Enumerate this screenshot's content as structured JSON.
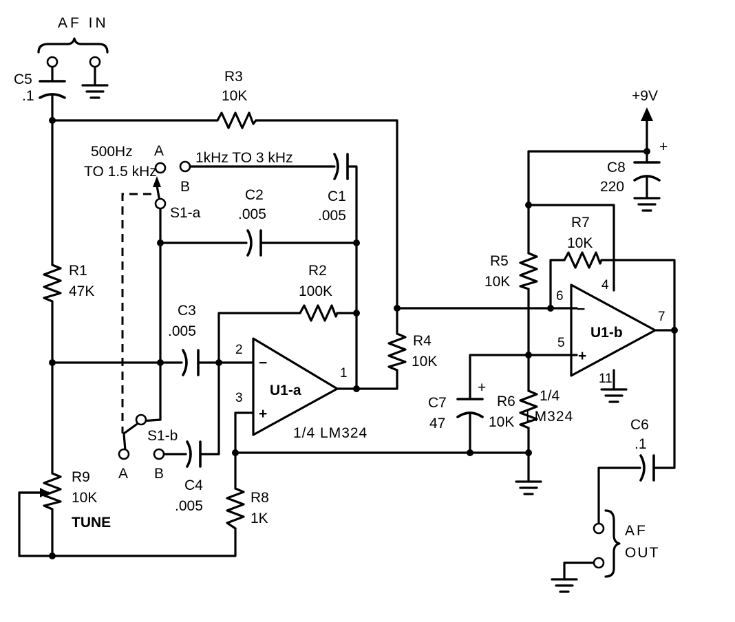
{
  "input": {
    "title": "AF IN"
  },
  "output": {
    "title_line1": "AF",
    "title_line2": "OUT"
  },
  "supply": {
    "label": "+9V"
  },
  "range_switch": {
    "a_label_line1": "500Hz",
    "a_label_line2": "TO 1.5 kHz",
    "b_label": "1kHz TO 3 kHz",
    "a": "A",
    "b": "B",
    "sa": "S1-a",
    "sb": "S1-b"
  },
  "components": {
    "C1": {
      "ref": "C1",
      "value": ".005"
    },
    "C2": {
      "ref": "C2",
      "value": ".005"
    },
    "C3": {
      "ref": "C3",
      "value": ".005"
    },
    "C4": {
      "ref": "C4",
      "value": ".005"
    },
    "C5": {
      "ref": "C5",
      "value": ".1"
    },
    "C6": {
      "ref": "C6",
      "value": ".1"
    },
    "C7": {
      "ref": "C7",
      "value": "47"
    },
    "C8": {
      "ref": "C8",
      "value": "220"
    },
    "R1": {
      "ref": "R1",
      "value": "47K"
    },
    "R2": {
      "ref": "R2",
      "value": "100K"
    },
    "R3": {
      "ref": "R3",
      "value": "10K"
    },
    "R4": {
      "ref": "R4",
      "value": "10K"
    },
    "R5": {
      "ref": "R5",
      "value": "10K"
    },
    "R6": {
      "ref": "R6",
      "value": "10K"
    },
    "R7": {
      "ref": "R7",
      "value": "10K"
    },
    "R8": {
      "ref": "R8",
      "value": "1K"
    },
    "R9": {
      "ref": "R9",
      "value": "10K",
      "note": "TUNE"
    }
  },
  "opamps": {
    "U1a": {
      "ref": "U1-a",
      "part": "1/4 LM324",
      "pin_minus": "2",
      "pin_plus": "3",
      "pin_out": "1"
    },
    "U1b": {
      "ref": "U1-b",
      "part_line1": "1/4",
      "part_line2": "LM324",
      "pin_minus": "6",
      "pin_plus": "5",
      "pin_out": "7",
      "pin_vcc": "4",
      "pin_gnd": "11"
    }
  },
  "symbols": {
    "minus": "−",
    "plus": "+"
  }
}
